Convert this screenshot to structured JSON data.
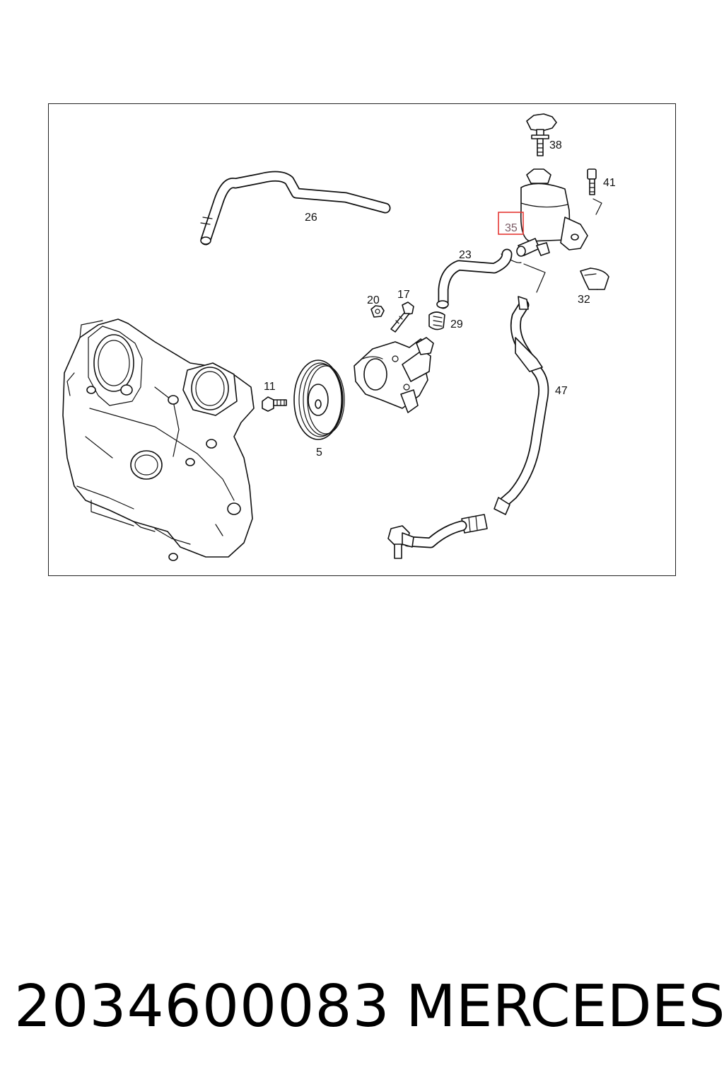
{
  "diagram": {
    "callouts": [
      {
        "id": "38",
        "text": "38"
      },
      {
        "id": "41",
        "text": "41"
      },
      {
        "id": "26",
        "text": "26"
      },
      {
        "id": "35",
        "text": "35",
        "highlighted": true
      },
      {
        "id": "23",
        "text": "23"
      },
      {
        "id": "20",
        "text": "20"
      },
      {
        "id": "17",
        "text": "17"
      },
      {
        "id": "29",
        "text": "29"
      },
      {
        "id": "32",
        "text": "32"
      },
      {
        "id": "11",
        "text": "11"
      },
      {
        "id": "47",
        "text": "47"
      },
      {
        "id": "5",
        "text": "5"
      }
    ],
    "highlight_color": "#e53935"
  },
  "footer": {
    "part_number": "2034600083",
    "brand": "MERCEDES"
  }
}
